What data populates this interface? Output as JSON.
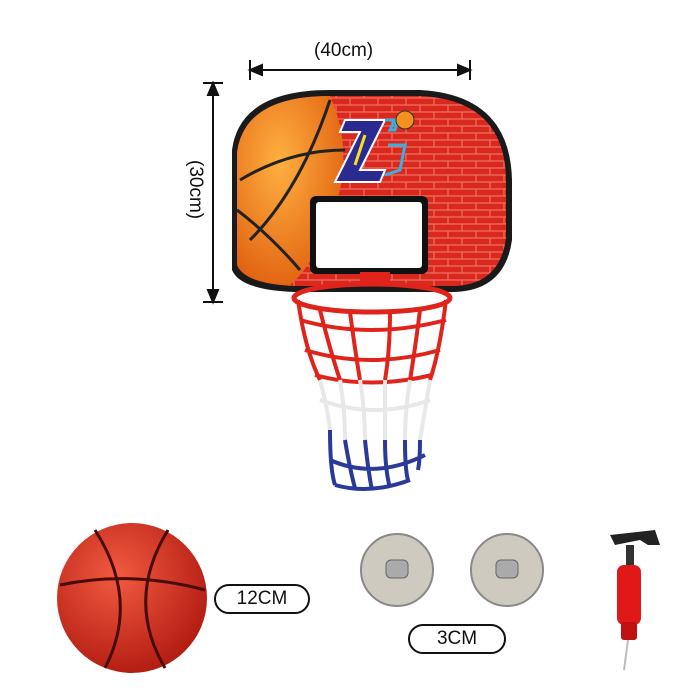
{
  "dimensions": {
    "width_label": "(40cm)",
    "height_label": "(30cm)"
  },
  "ball": {
    "size_label": "12CM"
  },
  "suction_cups": {
    "size_label": "3CM"
  },
  "logo": {
    "text": "ZJ"
  },
  "colors": {
    "backboard_red": "#d9281e",
    "ball_orange": "#f07a10",
    "net_red": "#e0241c",
    "net_blue": "#2a3a9a",
    "pump_red": "#e01818"
  }
}
